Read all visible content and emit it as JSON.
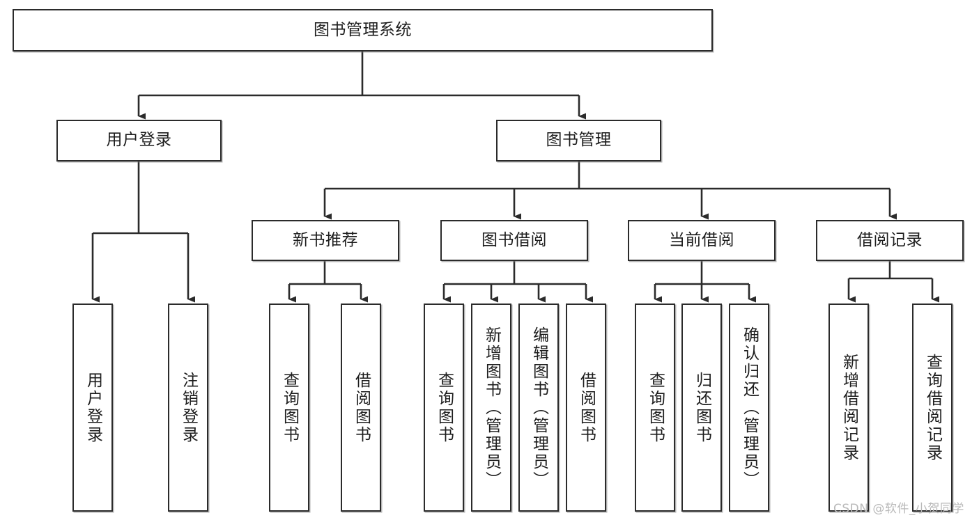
{
  "diagram": {
    "type": "tree-hierarchy",
    "title": "图书管理系统",
    "orientation": "top-down",
    "theme": {
      "box_fill": "#ffffff",
      "box_stroke": "#2b2b2b",
      "connector_stroke": "#2b2b2b",
      "text_color": "#1d1d1d",
      "background": "#ffffff",
      "watermark_color": "#b9b9b9"
    },
    "nodes": {
      "root": {
        "id": "root",
        "label": "图书管理系统",
        "level": 0,
        "orientation": "horizontal"
      },
      "level1": [
        {
          "id": "user-login",
          "label": "用户登录",
          "level": 1,
          "orientation": "horizontal"
        },
        {
          "id": "book-management",
          "label": "图书管理",
          "level": 1,
          "orientation": "horizontal"
        }
      ],
      "level2": [
        {
          "id": "new-book-recommend",
          "label": "新书推荐",
          "level": 2,
          "orientation": "horizontal",
          "parent": "book-management"
        },
        {
          "id": "book-borrow",
          "label": "图书借阅",
          "level": 2,
          "orientation": "horizontal",
          "parent": "book-management"
        },
        {
          "id": "current-borrow",
          "label": "当前借阅",
          "level": 2,
          "orientation": "horizontal",
          "parent": "book-management"
        },
        {
          "id": "borrow-record",
          "label": "借阅记录",
          "level": 2,
          "orientation": "horizontal",
          "parent": "book-management"
        }
      ],
      "leaves": [
        {
          "id": "leaf-user-login",
          "label": "用户登录",
          "parent": "user-login",
          "orientation": "vertical"
        },
        {
          "id": "leaf-logout",
          "label": "注销登录",
          "parent": "user-login",
          "orientation": "vertical"
        },
        {
          "id": "leaf-query-book-1",
          "label": "查询图书",
          "parent": "new-book-recommend",
          "orientation": "vertical"
        },
        {
          "id": "leaf-borrow-book-1",
          "label": "借阅图书",
          "parent": "new-book-recommend",
          "orientation": "vertical"
        },
        {
          "id": "leaf-query-book-2",
          "label": "查询图书",
          "parent": "book-borrow",
          "orientation": "vertical"
        },
        {
          "id": "leaf-add-book",
          "label": "新增图书（管理员）",
          "parent": "book-borrow",
          "orientation": "vertical"
        },
        {
          "id": "leaf-edit-book",
          "label": "编辑图书（管理员）",
          "parent": "book-borrow",
          "orientation": "vertical"
        },
        {
          "id": "leaf-borrow-book-2",
          "label": "借阅图书",
          "parent": "book-borrow",
          "orientation": "vertical"
        },
        {
          "id": "leaf-query-book-3",
          "label": "查询图书",
          "parent": "current-borrow",
          "orientation": "vertical"
        },
        {
          "id": "leaf-return-book",
          "label": "归还图书",
          "parent": "current-borrow",
          "orientation": "vertical"
        },
        {
          "id": "leaf-confirm-return",
          "label": "确认归还（管理员）",
          "parent": "current-borrow",
          "orientation": "vertical"
        },
        {
          "id": "leaf-add-record",
          "label": "新增借阅记录",
          "parent": "borrow-record",
          "orientation": "vertical"
        },
        {
          "id": "leaf-query-record",
          "label": "查询借阅记录",
          "parent": "borrow-record",
          "orientation": "vertical"
        }
      ]
    },
    "edges": [
      {
        "from": "root",
        "to": "user-login"
      },
      {
        "from": "root",
        "to": "book-management"
      },
      {
        "from": "book-management",
        "to": "new-book-recommend"
      },
      {
        "from": "book-management",
        "to": "book-borrow"
      },
      {
        "from": "book-management",
        "to": "current-borrow"
      },
      {
        "from": "book-management",
        "to": "borrow-record"
      },
      {
        "from": "user-login",
        "to": "leaf-user-login"
      },
      {
        "from": "user-login",
        "to": "leaf-logout"
      },
      {
        "from": "new-book-recommend",
        "to": "leaf-query-book-1"
      },
      {
        "from": "new-book-recommend",
        "to": "leaf-borrow-book-1"
      },
      {
        "from": "book-borrow",
        "to": "leaf-query-book-2"
      },
      {
        "from": "book-borrow",
        "to": "leaf-add-book"
      },
      {
        "from": "book-borrow",
        "to": "leaf-edit-book"
      },
      {
        "from": "book-borrow",
        "to": "leaf-borrow-book-2"
      },
      {
        "from": "current-borrow",
        "to": "leaf-query-book-3"
      },
      {
        "from": "current-borrow",
        "to": "leaf-return-book"
      },
      {
        "from": "current-borrow",
        "to": "leaf-confirm-return"
      },
      {
        "from": "borrow-record",
        "to": "leaf-add-record"
      },
      {
        "from": "borrow-record",
        "to": "leaf-query-record"
      }
    ]
  },
  "watermark": {
    "text": "CSDN @软件_小贺同学"
  }
}
